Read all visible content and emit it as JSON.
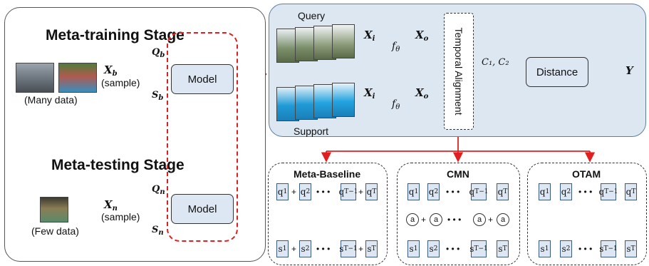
{
  "left": {
    "training_title": "Meta-training Stage",
    "testing_title": "Meta-testing Stage",
    "many_data": "(Many data)",
    "few_data": "(Few data)",
    "sample": "(sample)",
    "model_label": "Model",
    "x_b": "X",
    "x_b_sub": "b",
    "q_b": "Q",
    "q_b_sub": "b",
    "s_b": "S",
    "s_b_sub": "b",
    "x_n": "X",
    "x_n_sub": "n",
    "q_n": "Q",
    "q_n_sub": "n",
    "s_n": "S",
    "s_n_sub": "n"
  },
  "top": {
    "query_label": "Query",
    "support_label": "Support",
    "x_i": "X",
    "x_i_sub": "i",
    "f_theta": "f",
    "f_theta_sub": "θ",
    "x_o": "X",
    "x_o_sub": "o",
    "temporal_alignment": "Temporal Alignment",
    "c_label": "C₁, C₂",
    "distance": "Distance",
    "y_label": "Y"
  },
  "subpanels": {
    "meta_baseline": "Meta-Baseline",
    "cmn": "CMN",
    "otam": "OTAM",
    "q": "q",
    "s": "s",
    "a": "a",
    "plus": "+",
    "dots": "• • •",
    "sup_1": "1",
    "sup_2": "2",
    "sup_tm1": "T−1",
    "sup_t": "T"
  },
  "colors": {
    "accent_red": "#e02020",
    "box_fill": "#dde7f3",
    "panel_fill": "#dde7f2",
    "arrow_blue": "#3a5a90"
  }
}
